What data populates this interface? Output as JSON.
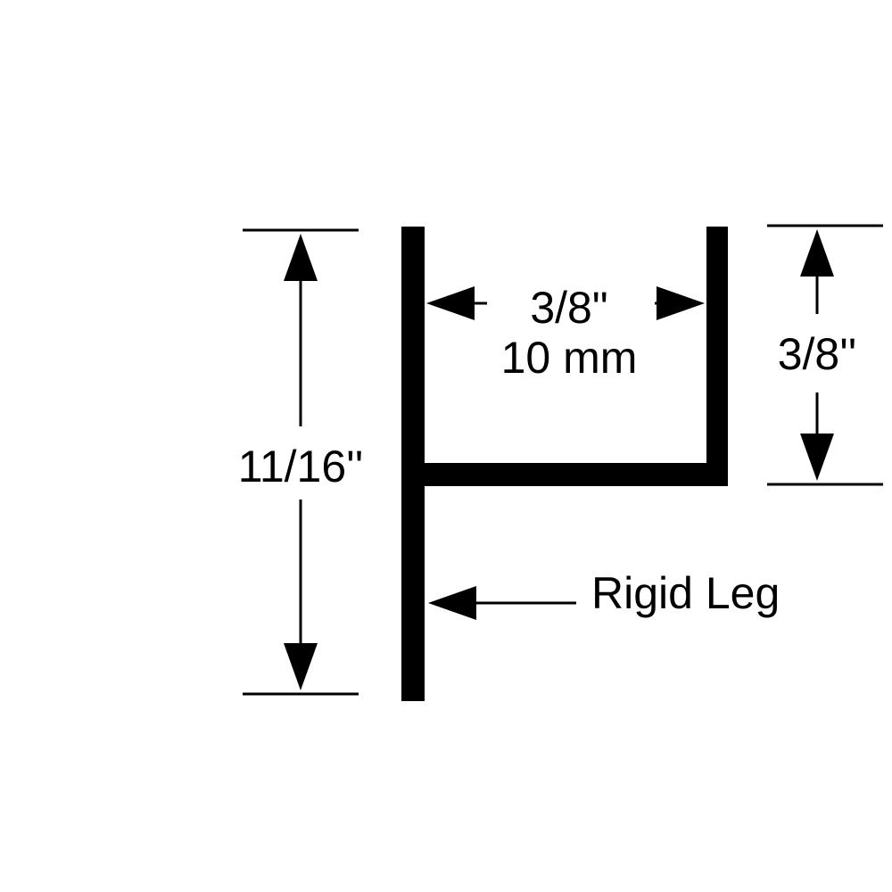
{
  "colors": {
    "ink": "#000000",
    "background": "#ffffff"
  },
  "labels": {
    "overall_height": "11/16''",
    "channel_width_in": "3/8\"",
    "channel_width_mm": "10 mm",
    "channel_depth": "3/8''",
    "leg_callout": "Rigid Leg"
  }
}
